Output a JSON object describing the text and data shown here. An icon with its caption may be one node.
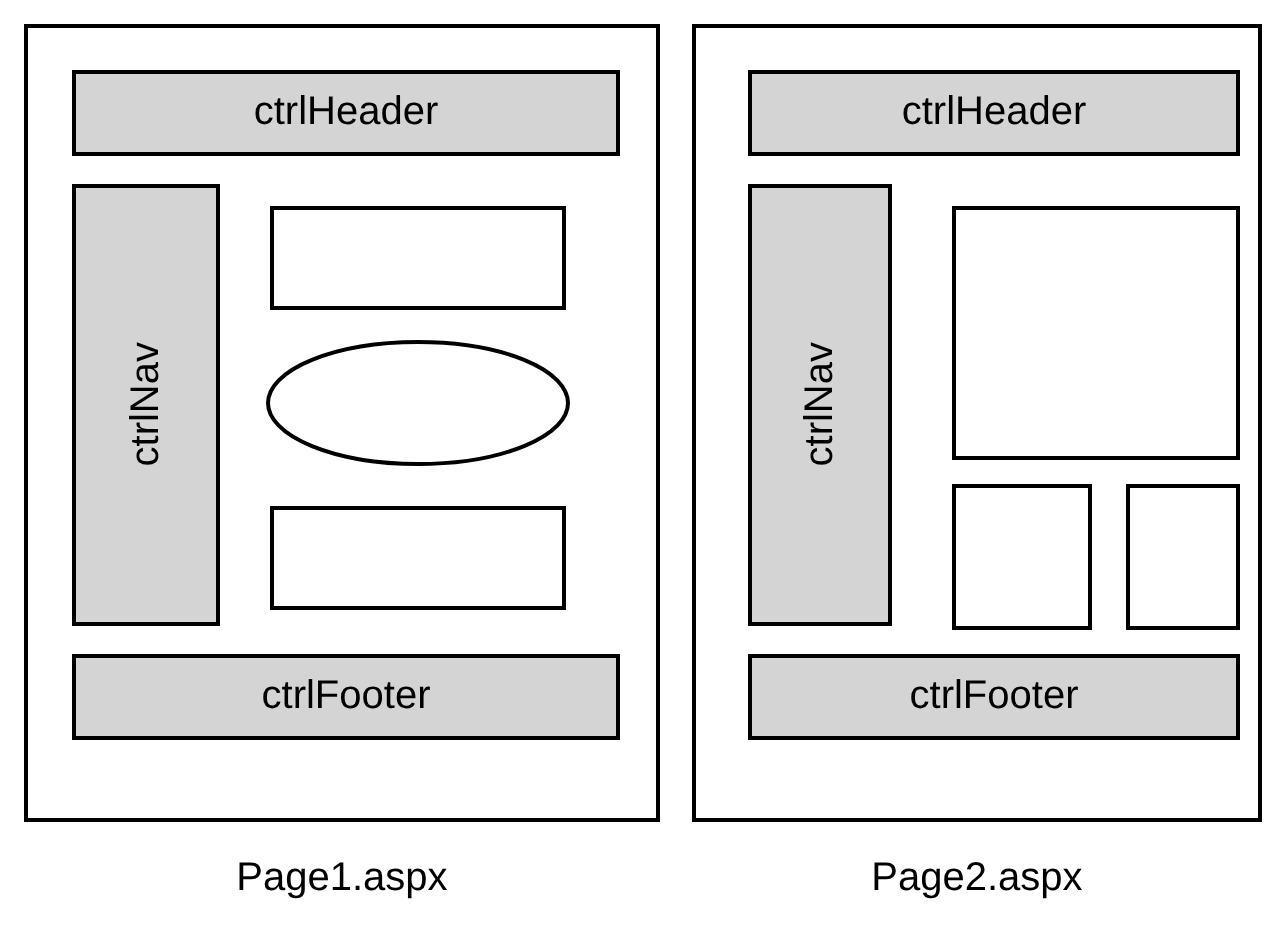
{
  "diagram": {
    "nodes": [
      {
        "text": [],
        "shape": "box",
        "beside": [
          "Page1.aspx"
        ]
      },
      {
        "text": [
          "ctrlHeader"
        ],
        "in": 0
      },
      {
        "text": [
          "ctrlNav"
        ],
        "in": 0
      },
      {
        "text": [],
        "shape": "box",
        "in": 0
      },
      {
        "text": [],
        "shape": "ellipse",
        "in": 0
      },
      {
        "text": [],
        "shape": "box",
        "in": 0
      },
      {
        "text": [
          "ctrlFooter"
        ],
        "in": 0
      },
      {
        "text": [],
        "shape": "box",
        "beside": [
          "Page2.aspx"
        ]
      },
      {
        "text": [
          "ctrlHeader"
        ],
        "in": 7
      },
      {
        "text": [
          "ctrlNav"
        ],
        "in": 7
      },
      {
        "text": [],
        "shape": "box",
        "in": 7
      },
      {
        "text": [],
        "shape": "box",
        "in": 7
      },
      {
        "text": [],
        "shape": "box",
        "in": 7
      },
      {
        "text": [
          "ctrlFooter"
        ],
        "in": 7
      }
    ],
    "edges": []
  }
}
